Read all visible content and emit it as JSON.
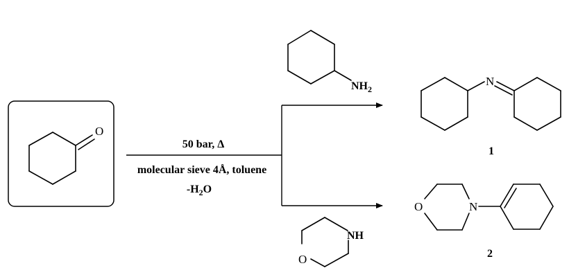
{
  "starting_material": {
    "name": "cyclohexanone",
    "oxygen_label": "O"
  },
  "conditions": {
    "above": "50 bar, Δ",
    "below_line1": "molecular sieve 4Å, toluene",
    "below_line2_prefix": "-H",
    "below_line2_sub": "2",
    "below_line2_suffix": "O"
  },
  "reagent_top": {
    "name": "cyclohexylamine",
    "amine_label": "NH",
    "amine_sub": "2"
  },
  "reagent_bottom": {
    "name": "morpholine",
    "nh_label": "NH",
    "o_label": "O"
  },
  "product_1": {
    "name": "N-cyclohexylcyclohexanimine",
    "n_label": "N",
    "number": "1"
  },
  "product_2": {
    "name": "4-(cyclohex-1-en-1-yl)morpholine",
    "o_label": "O",
    "n_label": "N",
    "number": "2"
  },
  "icons": [
    "reaction-arrow-icon",
    "bracket-line-icon"
  ]
}
